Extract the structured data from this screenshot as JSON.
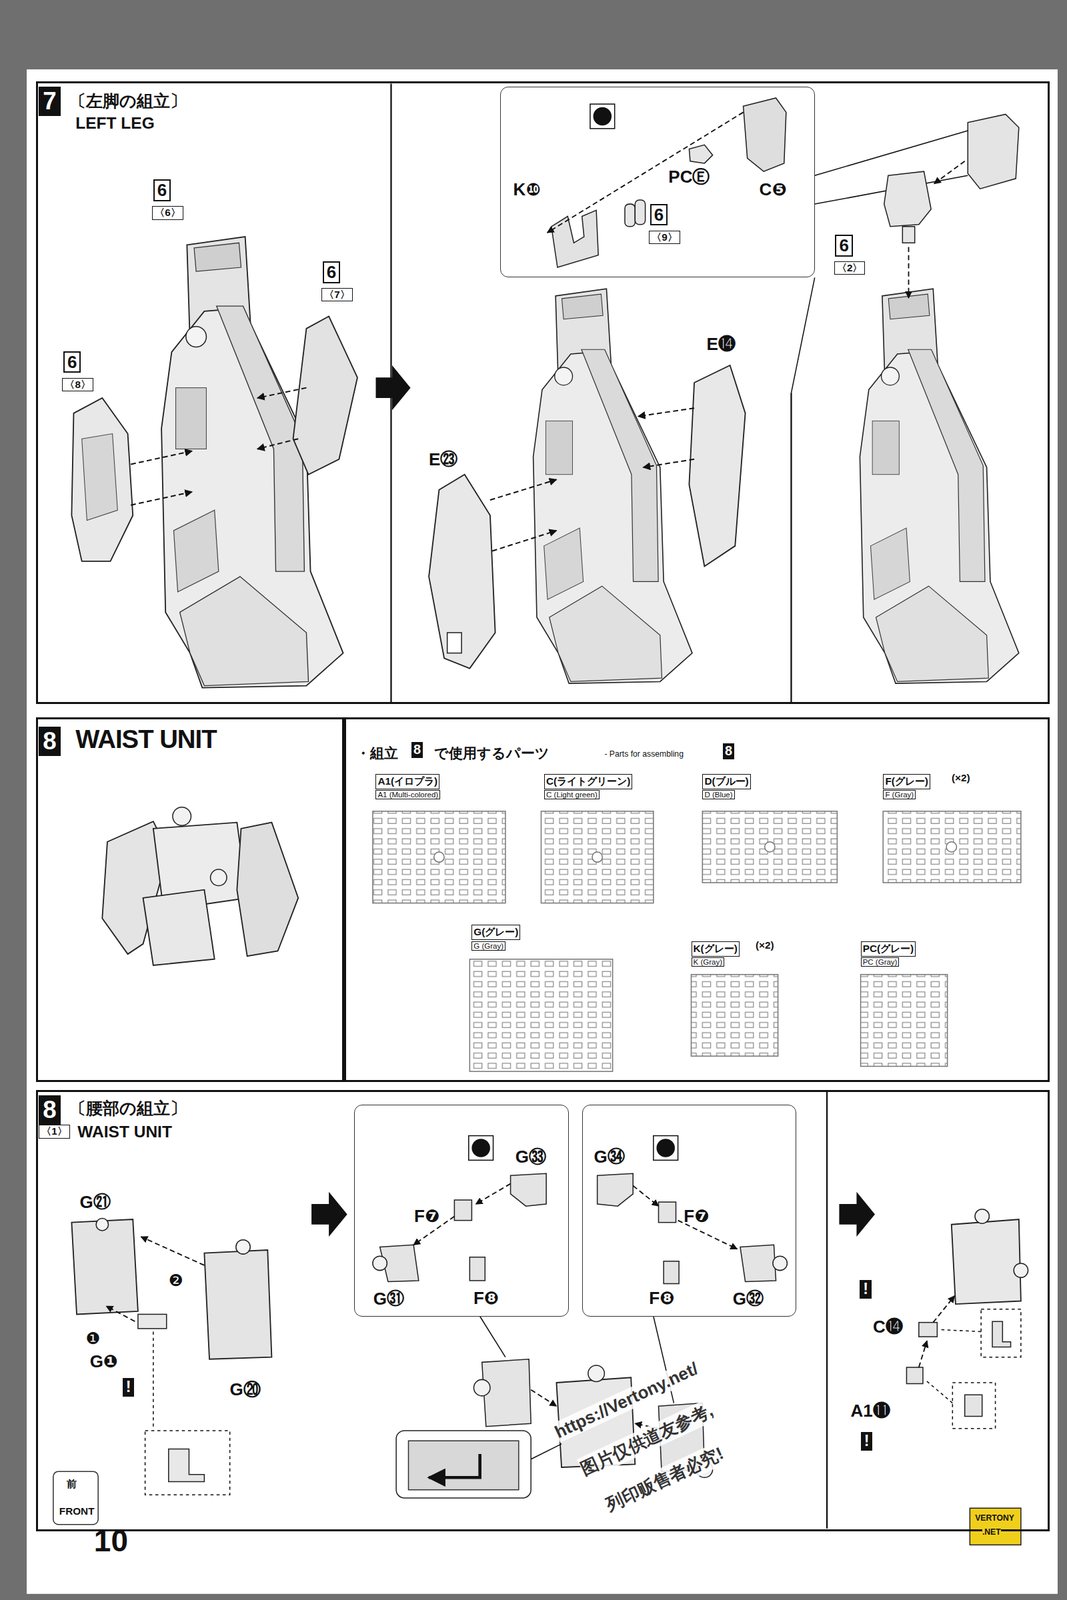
{
  "diagram": {
    "nodes": [
      {
        "text": [
          "7",
          "〔左脚の組立〕",
          "LEFT LEG"
        ]
      },
      {
        "text": [
          "K❿",
          "PCⒺ",
          "6",
          "〈9〉",
          "C❺"
        ],
        "in": 0
      },
      {
        "text": [
          "8",
          "WAIST UNIT"
        ]
      },
      {
        "text": [
          "・組立",
          "8",
          "で使用するパーツ",
          "- Parts for assembling",
          "8"
        ]
      },
      {
        "text": [
          "8",
          "〔腰部の組立〕",
          "〈1〉",
          "WAIST UNIT"
        ]
      },
      {
        "text": [
          "G㉝",
          "F❼",
          "G㉛",
          "F❽"
        ],
        "in": 4
      },
      {
        "text": [
          "G㉞",
          "F❼",
          "G㉜",
          "F❽"
        ],
        "in": 4
      }
    ],
    "labels": [
      "6",
      "〈6〉",
      "6",
      "〈7〉",
      "6",
      "〈8〉",
      "E⓮",
      "E㉓",
      "6",
      "〈2〉",
      "A1(イロプラ)",
      "A1 (Multi-colored)",
      "C(ライトグリーン)",
      "C (Light green)",
      "D(ブルー)",
      "D (Blue)",
      "F(グレー)",
      "F (Gray)",
      "(×2)",
      "G(グレー)",
      "G (Gray)",
      "K(グレー)",
      "K (Gray)",
      "(×2)",
      "PC(グレー)",
      "PC (Gray)",
      "G㉑",
      "❷",
      "❶",
      "G❶",
      "!",
      "G⑳",
      "前",
      "FRONT",
      "C⓮",
      "!",
      "A1⓫",
      "!",
      "10",
      "https://Vertony.net/",
      "图片仅供道友参考,",
      "列印贩售者必究!",
      "VERTONY",
      ".NET"
    ]
  }
}
